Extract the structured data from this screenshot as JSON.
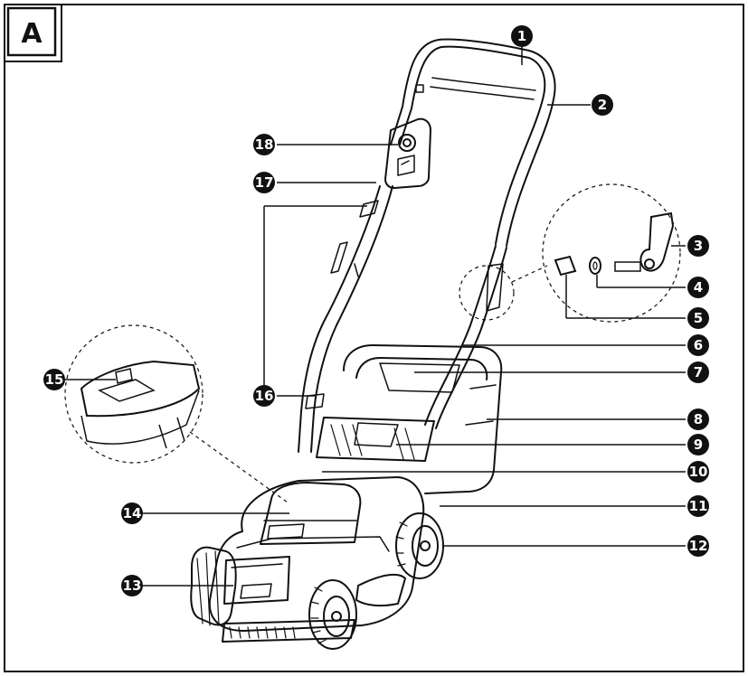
{
  "panel": {
    "label": "A"
  },
  "colors": {
    "line": "#111111",
    "background": "#ffffff",
    "callout_fill": "#111111",
    "callout_text": "#ffffff"
  },
  "callouts": [
    "1",
    "2",
    "3",
    "4",
    "5",
    "6",
    "7",
    "8",
    "9",
    "10",
    "11",
    "12",
    "13",
    "14",
    "15",
    "16",
    "17",
    "18"
  ]
}
